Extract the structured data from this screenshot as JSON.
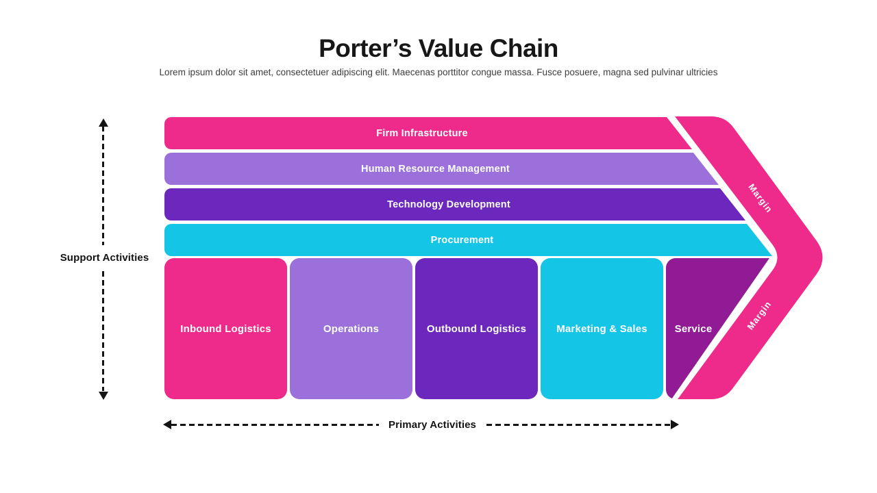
{
  "header": {
    "title": "Porter’s Value Chain",
    "subtitle": "Lorem ipsum dolor sit amet, consectetuer adipiscing elit. Maecenas porttitor congue massa. Fusce posuere, magna sed pulvinar ultricies"
  },
  "axes": {
    "support_label": "Support Activities",
    "primary_label": "Primary Activities"
  },
  "support_activities": [
    {
      "label": "Firm Infrastructure",
      "color": "#EE2A8B"
    },
    {
      "label": "Human Resource Management",
      "color": "#9B70DB"
    },
    {
      "label": "Technology Development",
      "color": "#6C27BC"
    },
    {
      "label": "Procurement",
      "color": "#14C5E6"
    }
  ],
  "primary_activities": [
    {
      "label": "Inbound Logistics",
      "color": "#EE2A8B"
    },
    {
      "label": "Operations",
      "color": "#9B70DB"
    },
    {
      "label": "Outbound Logistics",
      "color": "#6C27BC"
    },
    {
      "label": "Marketing & Sales",
      "color": "#14C5E6"
    },
    {
      "label": "Service",
      "color": "#911B95"
    }
  ],
  "margin": {
    "upper_label": "Margin",
    "lower_label": "Margin",
    "color": "#EE2A8B"
  }
}
